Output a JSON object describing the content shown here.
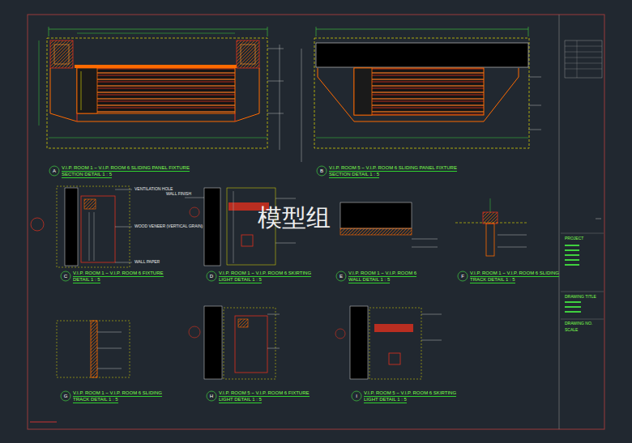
{
  "diagram": {
    "labels": [
      "A",
      "V.I.P. ROOM 1 ~ V.I.P. ROOM 6 SLIDING PANEL FIXTURE",
      "SECTION DETAIL 1 : 5",
      "B",
      "V.I.P. ROOM 5 ~ V.I.P. ROOM 6 SLIDING PANEL FIXTURE",
      "SECTION DETAIL 1 : 5",
      "C",
      "V.I.P. ROOM 1 ~ V.I.P. ROOM 6 FIXTURE",
      "DETAIL 1 : 5",
      "D",
      "V.I.P. ROOM 1 ~ V.I.P. ROOM 6 SKIRTING",
      "LIGHT DETAIL 1 : 5",
      "E",
      "V.I.P. ROOM 1 ~ V.I.P. ROOM 6",
      "WALL DETAIL 1 : 5",
      "F",
      "V.I.P. ROOM 1 ~ V.I.P. ROOM 6 SLIDING",
      "TRACK DETAIL 1 : 5",
      "G",
      "V.I.P. ROOM 1 ~ V.I.P. ROOM 6 SLIDING",
      "TRACK DETAIL 1 : 5",
      "H",
      "V.I.P. ROOM 5 ~ V.I.P. ROOM 6 FIXTURE",
      "LIGHT DETAIL 1 : 5",
      "I",
      "V.I.P. ROOM 5 ~ V.I.P. ROOM 6 SKIRTING",
      "LIGHT DETAIL 1 : 5",
      "模型组",
      "VENTILATION HOLE",
      "WALL FINISH",
      "WOOD VENEER (VERTICAL GRAIN)",
      "WALL PAPER",
      "PROJECT",
      "DRAWING TITLE",
      "DRAWING NO.",
      "SCALE"
    ]
  }
}
